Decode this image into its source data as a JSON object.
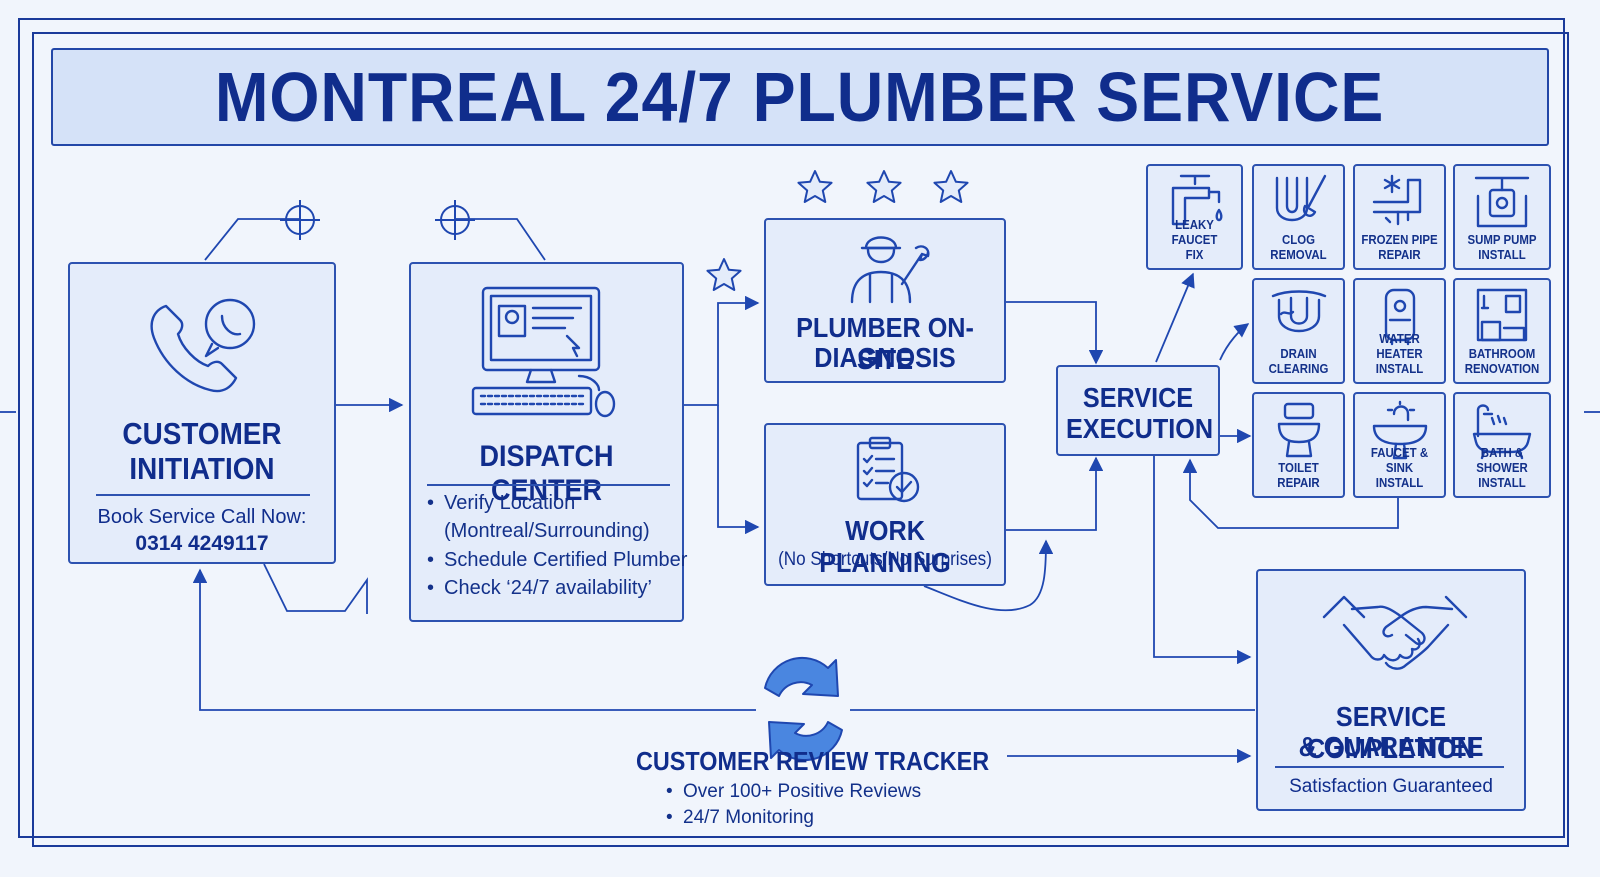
{
  "title": "MONTREAL 24/7 PLUMBER SERVICE",
  "customer": {
    "title_line1": "CUSTOMER",
    "title_line2": "INITIATION",
    "book_label": "Book Service Call Now:",
    "phone": "0314 4249117"
  },
  "dispatch": {
    "title": "DISPATCH CENTER",
    "bullets": [
      "Verify Location",
      "(Montreal/Surrounding)",
      "Schedule Certified Plumber",
      "Check ‘24/7 availability’"
    ]
  },
  "diagnosis": {
    "title_line1": "PLUMBER ON-SITE",
    "title_line2": "DIAGNOSIS"
  },
  "planning": {
    "title": "WORK PLANNING",
    "subtitle": "(No Shortcuts/No Surprises)"
  },
  "execution": {
    "title_line1": "SERVICE",
    "title_line2": "EXECUTION"
  },
  "services": [
    {
      "label": "LEAKY FAUCET\nFIX",
      "icon": "faucet-icon"
    },
    {
      "label": "CLOG\nREMOVAL",
      "icon": "plunger-icon"
    },
    {
      "label": "FROZEN PIPE\nREPAIR",
      "icon": "frozen-pipe-icon"
    },
    {
      "label": "SUMP PUMP\nINSTALL",
      "icon": "sump-pump-icon"
    },
    {
      "label": "DRAIN\nCLEARING",
      "icon": "drain-icon"
    },
    {
      "label": "WATER HEATER\nINSTALL",
      "icon": "water-heater-icon"
    },
    {
      "label": "BATHROOM\nRENOVATION",
      "icon": "bathroom-icon"
    },
    {
      "label": "TOILET\nREPAIR",
      "icon": "toilet-icon"
    },
    {
      "label": "FAUCET & SINK\nINSTALL",
      "icon": "sink-icon"
    },
    {
      "label": "BATH & SHOWER\nINSTALL",
      "icon": "bathtub-icon"
    }
  ],
  "completion": {
    "title_line1": "SERVICE COMPLETION",
    "title_line2": "& GUARANTEE",
    "subtitle": "Satisfaction Guaranteed"
  },
  "review": {
    "title": "CUSTOMER REVIEW TRACKER",
    "bullets": [
      "Over 100+ Positive Reviews",
      "24/7 Monitoring"
    ]
  }
}
